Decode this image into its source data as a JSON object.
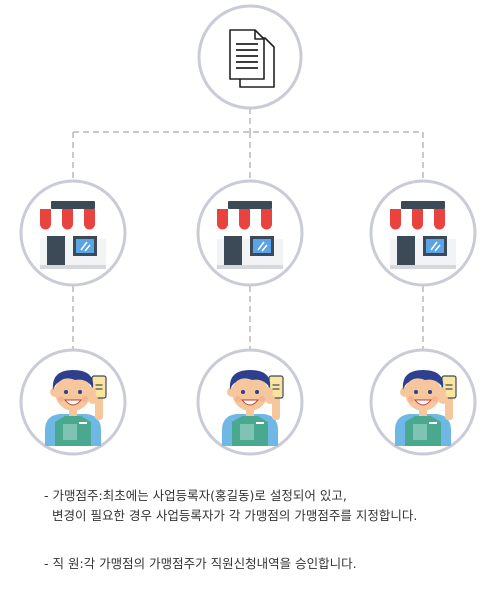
{
  "colors": {
    "circle_stroke": "#c9cbd6",
    "connector": "#b9b9b9",
    "awning_red": "#e8433f",
    "awning_white": "#ffffff",
    "roof": "#3c4a57",
    "wall": "#f1f3f5",
    "door": "#3c4a57",
    "window": "#5aa3e6",
    "skin": "#f6c79c",
    "hair": "#2d3f8e",
    "apron": "#4aa88f",
    "shirt": "#6fb8e6",
    "phone": "#f9e5a0"
  },
  "diagram": {
    "top_node": {
      "icon": "document-icon"
    },
    "store_nodes": [
      {
        "icon": "store-icon"
      },
      {
        "icon": "store-icon"
      },
      {
        "icon": "store-icon"
      }
    ],
    "staff_nodes": [
      {
        "icon": "staff-icon"
      },
      {
        "icon": "staff-icon"
      },
      {
        "icon": "staff-icon"
      }
    ]
  },
  "notes": {
    "line1": "- 가맹점주:최초에는 사업등록자(홍길동)로 설정되어 있고,",
    "line2": "변경이 필요한 경우 사업등록자가 각 가맹점의 가맹점주를 지정합니다.",
    "line3": "- 직 원:각 가맹점의 가맹점주가 직원신청내역을 승인합니다."
  }
}
